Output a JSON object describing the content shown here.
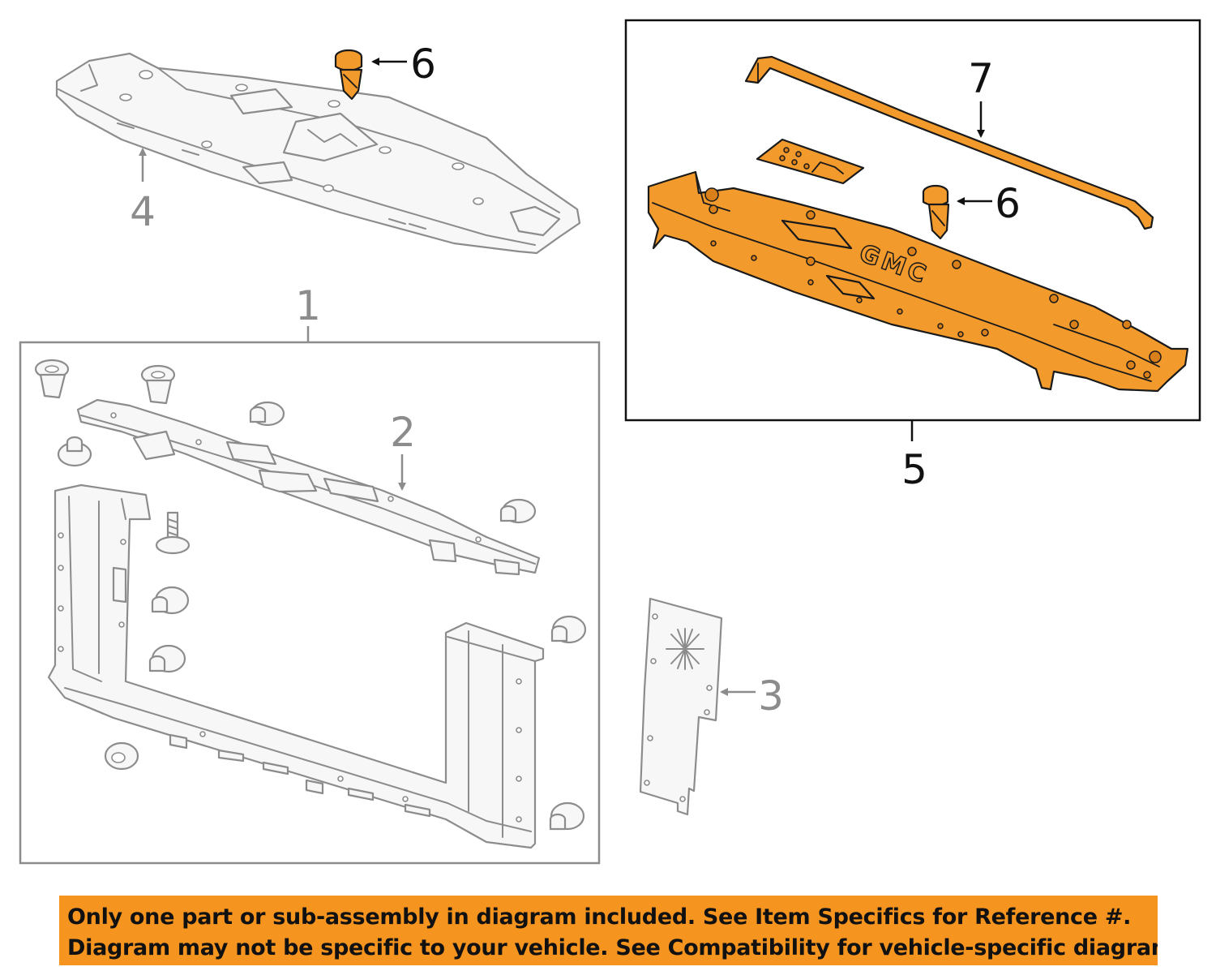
{
  "callouts": {
    "c1": "1",
    "c2": "2",
    "c3": "3",
    "c4": "4",
    "c5": "5",
    "c6a": "6",
    "c6b": "6",
    "c7": "7"
  },
  "emblem_text": "GMC",
  "banner": {
    "line1": "Only one part or sub-assembly in diagram included. See Item Specifics for Reference #.",
    "line2": "Diagram may not be specific to your vehicle. See Compatibility for vehicle-specific diagrams."
  },
  "colors": {
    "highlight": "#f39a2c",
    "banner": "#f5941f",
    "inactive_part": "#8c8c8c"
  }
}
